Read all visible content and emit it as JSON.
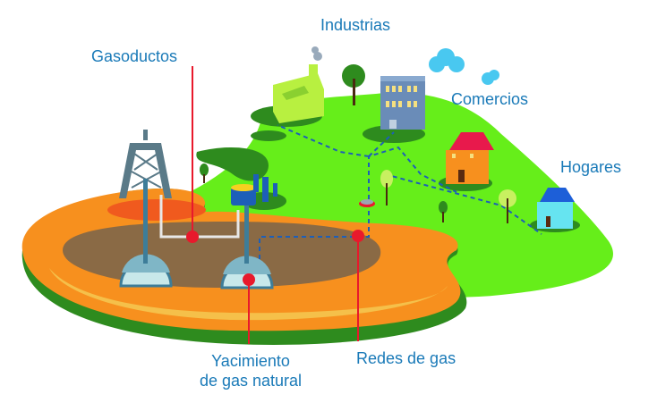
{
  "diagram": {
    "title": "Natural gas distribution infographic",
    "labels": {
      "gasoductos": "Gasoductos",
      "industrias": "Industrias",
      "comercios": "Comercios",
      "hogares": "Hogares",
      "yacimiento_line1": "Yacimiento",
      "yacimiento_line2": "de gas natural",
      "redes": "Redes de gas"
    },
    "colors": {
      "label_text": "#1a7ab8",
      "callout_line": "#e8192c",
      "grass_light": "#66ee1a",
      "grass_dark": "#2e8b1e",
      "orange": "#f7901e",
      "dark_orange": "#f05a1e",
      "sand": "#f5c04a",
      "soil": "#8a6a45",
      "gas_pocket": "#c8e8ea",
      "gas_pocket_border": "#3d7d99",
      "pipe_dash": "#1d5fb8",
      "derrick": "#5a7a88",
      "cloud": "#49c8f0"
    }
  }
}
